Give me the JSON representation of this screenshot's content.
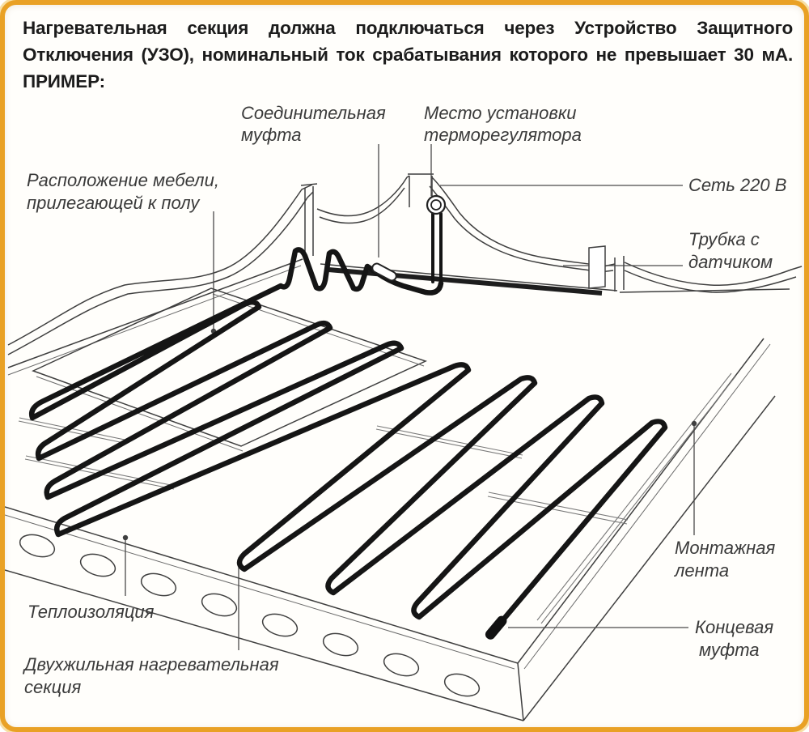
{
  "note": {
    "lines": [
      "Нагревательная секция должна подключаться через Устройство Защитного",
      "Отключения (УЗО), номинальный ток срабатывания которого не превышает 30 мА."
    ],
    "example_label": "ПРИМЕР:"
  },
  "frame": {
    "border_color": "#E9A125",
    "background": "#fffefb"
  },
  "diagram": {
    "ink_color": "#151515",
    "labels": {
      "connecting_coupling": {
        "lines": [
          "Соединительная",
          "муфта"
        ]
      },
      "thermostat_location": {
        "lines": [
          "Место установки",
          "терморегулятора"
        ]
      },
      "mains_220v": {
        "lines": [
          "Сеть 220 В"
        ]
      },
      "furniture_area": {
        "lines": [
          "Расположение мебели,",
          "прилегающей к полу"
        ]
      },
      "sensor_tube": {
        "lines": [
          "Трубка с",
          "датчиком"
        ]
      },
      "mounting_tape": {
        "lines": [
          "Монтажная",
          "лента"
        ]
      },
      "end_coupling": {
        "lines": [
          "Концевая",
          "муфта"
        ]
      },
      "insulation": {
        "lines": [
          "Теплоизоляция"
        ]
      },
      "heating_section": {
        "lines": [
          "Двухжильная нагревательная",
          "секция"
        ]
      }
    }
  }
}
